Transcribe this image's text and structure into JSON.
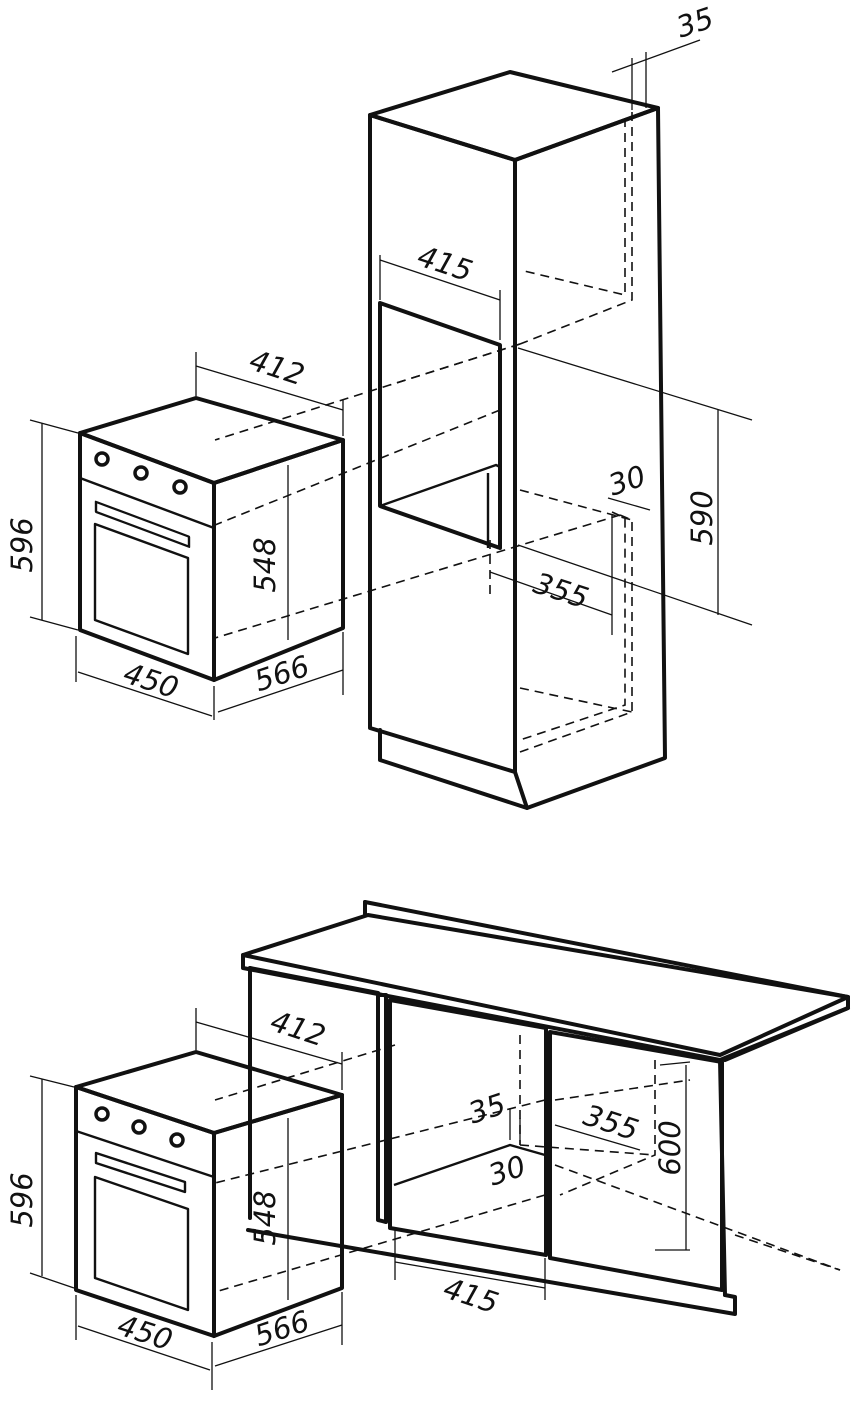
{
  "top_diagram": {
    "oven": {
      "width": "450",
      "height": "596",
      "depth": "566",
      "body_width": "412",
      "body_height": "548"
    },
    "column": {
      "niche_width": "415",
      "niche_height": "590",
      "top_gap": "35",
      "bottom_gap": "30",
      "niche_depth": "355"
    }
  },
  "bottom_diagram": {
    "oven": {
      "width": "450",
      "height": "596",
      "depth": "566",
      "body_width": "412",
      "body_height": "548"
    },
    "counter": {
      "top_gap": "35",
      "bottom_gap": "30",
      "niche_depth": "355",
      "niche_height": "600",
      "niche_width": "415"
    }
  }
}
